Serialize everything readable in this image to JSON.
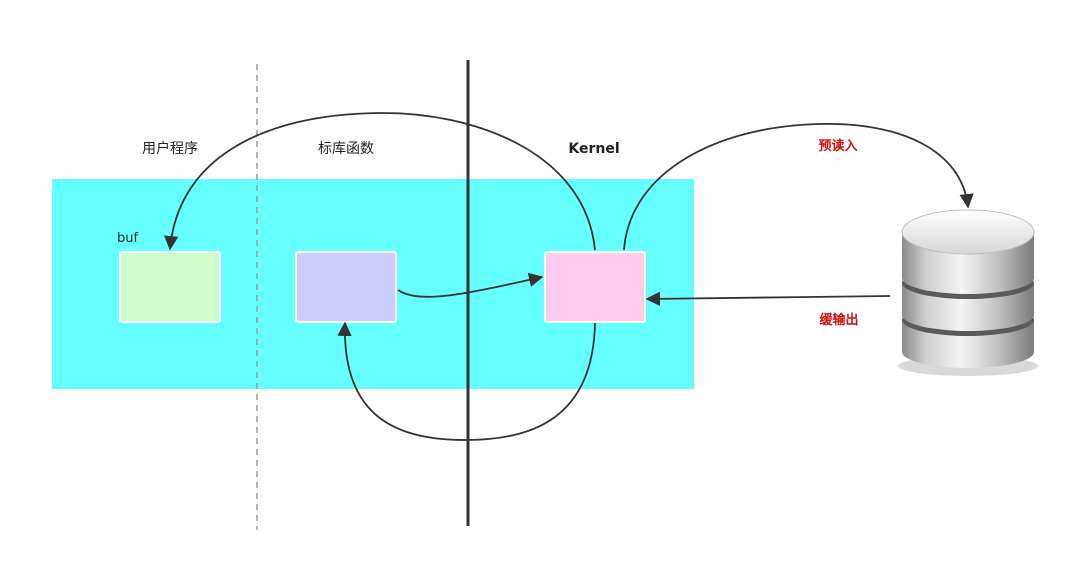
{
  "labels": {
    "user_program": "用户程序",
    "std_library": "标库函数",
    "kernel": "Kernel",
    "buf": "buf",
    "read_ahead": "预读入",
    "buffered_output": "缓输出"
  },
  "colors": {
    "region_bg": "#66ffff",
    "user_buffer": "#ccffcc",
    "library_buffer": "#ccccff",
    "kernel_buffer": "#ffccee",
    "accent_red": "#cc1111",
    "line": "#333333"
  },
  "icons": {
    "storage": "database-icon"
  }
}
